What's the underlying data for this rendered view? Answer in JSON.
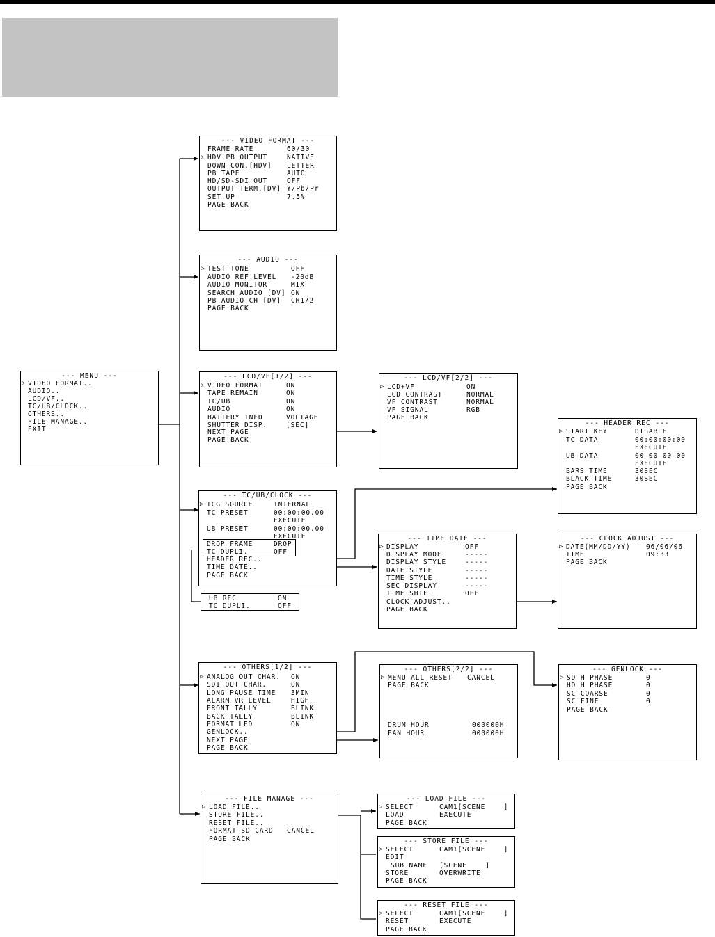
{
  "screens": {
    "menu": {
      "title": "--- MENU ---",
      "items": [
        "VIDEO FORMAT..",
        "AUDIO..",
        "LCD/VF..",
        "TC/UB/CLOCK..",
        "OTHERS..",
        "FILE MANAGE..",
        "EXIT"
      ]
    },
    "video_format": {
      "title": "--- VIDEO FORMAT ---",
      "rows": [
        [
          "FRAME RATE",
          "60/30"
        ],
        [
          "HDV PB OUTPUT",
          "NATIVE"
        ],
        [
          "DOWN CON.[HDV]",
          "LETTER"
        ],
        [
          "PB TAPE",
          "AUTO"
        ],
        [
          "HD/SD-SDI OUT",
          "OFF"
        ],
        [
          "OUTPUT TERM.[DV]",
          "Y/Pb/Pr"
        ],
        [
          "SET UP",
          "7.5%"
        ],
        [
          "PAGE BACK",
          ""
        ]
      ]
    },
    "audio": {
      "title": "--- AUDIO ---",
      "rows": [
        [
          "TEST TONE",
          "OFF"
        ],
        [
          "AUDIO REF.LEVEL",
          "-20dB"
        ],
        [
          "AUDIO MONITOR",
          "MIX"
        ],
        [
          "SEARCH AUDIO [DV]",
          "ON"
        ],
        [
          "PB AUDIO CH [DV]",
          "CH1/2"
        ],
        [
          "PAGE BACK",
          ""
        ]
      ]
    },
    "lcd_vf_1": {
      "title": "--- LCD/VF[1/2] ---",
      "rows": [
        [
          "VIDEO FORMAT",
          "ON"
        ],
        [
          "TAPE REMAIN",
          "ON"
        ],
        [
          "TC/UB",
          "ON"
        ],
        [
          "AUDIO",
          "ON"
        ],
        [
          "BATTERY INFO",
          "VOLTAGE"
        ],
        [
          "SHUTTER DISP.",
          "[SEC]"
        ],
        [
          "NEXT PAGE",
          ""
        ],
        [
          "PAGE BACK",
          ""
        ]
      ]
    },
    "lcd_vf_2": {
      "title": "--- LCD/VF[2/2] ---",
      "rows": [
        [
          "LCD+VF",
          "ON"
        ],
        [
          "LCD CONTRAST",
          "NORMAL"
        ],
        [
          "VF CONTRAST",
          "NORMAL"
        ],
        [
          "VF SIGNAL",
          "RGB"
        ],
        [
          "PAGE BACK",
          ""
        ]
      ]
    },
    "header_rec": {
      "title": "--- HEADER REC ---",
      "rows": [
        [
          "START KEY",
          "DISABLE"
        ],
        [
          "TC DATA",
          "00:00:00:00"
        ],
        [
          "",
          "EXECUTE"
        ],
        [
          "UB DATA",
          "00 00 00 00"
        ],
        [
          "",
          "EXECUTE"
        ],
        [
          "BARS TIME",
          "30SEC"
        ],
        [
          "BLACK TIME",
          "30SEC"
        ],
        [
          "PAGE BACK",
          ""
        ]
      ]
    },
    "tc_ub_clock": {
      "title": "--- TC/UB/CLOCK ---",
      "rows": [
        [
          "TCG SOURCE",
          "INTERNAL"
        ],
        [
          "TC PRESET",
          "00:00:00.00"
        ],
        [
          "",
          "EXECUTE"
        ],
        [
          "UB PRESET",
          "00:00:00.00"
        ],
        [
          "",
          "EXECUTE"
        ],
        [
          "DROP FRAME",
          "DROP"
        ],
        [
          "TC DUPLI.",
          "OFF"
        ],
        [
          "HEADER REC..",
          ""
        ],
        [
          "TIME DATE..",
          ""
        ],
        [
          "PAGE BACK",
          ""
        ]
      ]
    },
    "ub_alt": {
      "rows": [
        [
          "UB REC",
          "ON"
        ],
        [
          "TC DUPLI.",
          "OFF"
        ]
      ]
    },
    "time_date": {
      "title": "--- TIME DATE ---",
      "rows": [
        [
          "DISPLAY",
          "OFF"
        ],
        [
          "DISPLAY MODE",
          "-----"
        ],
        [
          "DISPLAY STYLE",
          "-----"
        ],
        [
          "DATE STYLE",
          "-----"
        ],
        [
          "TIME STYLE",
          "-----"
        ],
        [
          "SEC DISPLAY",
          "-----"
        ],
        [
          "TIME SHIFT",
          "OFF"
        ],
        [
          "CLOCK ADJUST..",
          ""
        ],
        [
          "PAGE BACK",
          ""
        ]
      ]
    },
    "clock_adjust": {
      "title": "--- CLOCK ADJUST ---",
      "rows": [
        [
          "DATE(MM/DD/YY)",
          "06/06/06"
        ],
        [
          "TIME",
          "09:33"
        ],
        [
          "PAGE BACK",
          ""
        ]
      ]
    },
    "others_1": {
      "title": "--- OTHERS[1/2] ---",
      "rows": [
        [
          "ANALOG OUT CHAR.",
          "ON"
        ],
        [
          "SDI OUT CHAR.",
          "ON"
        ],
        [
          "LONG PAUSE TIME",
          "3MIN"
        ],
        [
          "ALARM VR LEVEL",
          "HIGH"
        ],
        [
          "FRONT TALLY",
          "BLINK"
        ],
        [
          "BACK TALLY",
          "BLINK"
        ],
        [
          "FORMAT LED",
          "ON"
        ],
        [
          "GENLOCK..",
          ""
        ],
        [
          "NEXT PAGE",
          ""
        ],
        [
          "PAGE BACK",
          ""
        ]
      ]
    },
    "others_2": {
      "title": "--- OTHERS[2/2] ---",
      "rows": [
        [
          "MENU ALL RESET",
          "CANCEL"
        ],
        [
          "PAGE BACK",
          ""
        ],
        [
          "DRUM HOUR",
          "000000H"
        ],
        [
          "FAN HOUR",
          "000000H"
        ]
      ]
    },
    "genlock": {
      "title": "--- GENLOCK ---",
      "rows": [
        [
          "SD H PHASE",
          "0"
        ],
        [
          "HD H PHASE",
          "0"
        ],
        [
          "SC COARSE",
          "0"
        ],
        [
          "SC FINE",
          "0"
        ],
        [
          "PAGE BACK",
          ""
        ]
      ]
    },
    "file_manage": {
      "title": "--- FILE MANAGE ---",
      "rows": [
        [
          "LOAD FILE..",
          ""
        ],
        [
          "STORE FILE..",
          ""
        ],
        [
          "RESET FILE..",
          ""
        ],
        [
          "FORMAT SD CARD",
          "CANCEL"
        ],
        [
          "PAGE BACK",
          ""
        ]
      ]
    },
    "load_file": {
      "title": "--- LOAD FILE ---",
      "rows": [
        [
          "SELECT",
          "CAM1[SCENE    ]"
        ],
        [
          "LOAD",
          "EXECUTE"
        ],
        [
          "PAGE BACK",
          ""
        ]
      ]
    },
    "store_file": {
      "title": "--- STORE FILE ---",
      "rows": [
        [
          "SELECT",
          "CAM1[SCENE    ]"
        ],
        [
          "EDIT",
          ""
        ],
        [
          "SUB NAME",
          "[SCENE    ]"
        ],
        [
          "STORE",
          "OVERWRITE"
        ],
        [
          "PAGE BACK",
          ""
        ]
      ]
    },
    "reset_file": {
      "title": "--- RESET FILE ---",
      "rows": [
        [
          "SELECT",
          "CAM1[SCENE    ]"
        ],
        [
          "RESET",
          "EXECUTE"
        ],
        [
          "PAGE BACK",
          ""
        ]
      ]
    }
  }
}
